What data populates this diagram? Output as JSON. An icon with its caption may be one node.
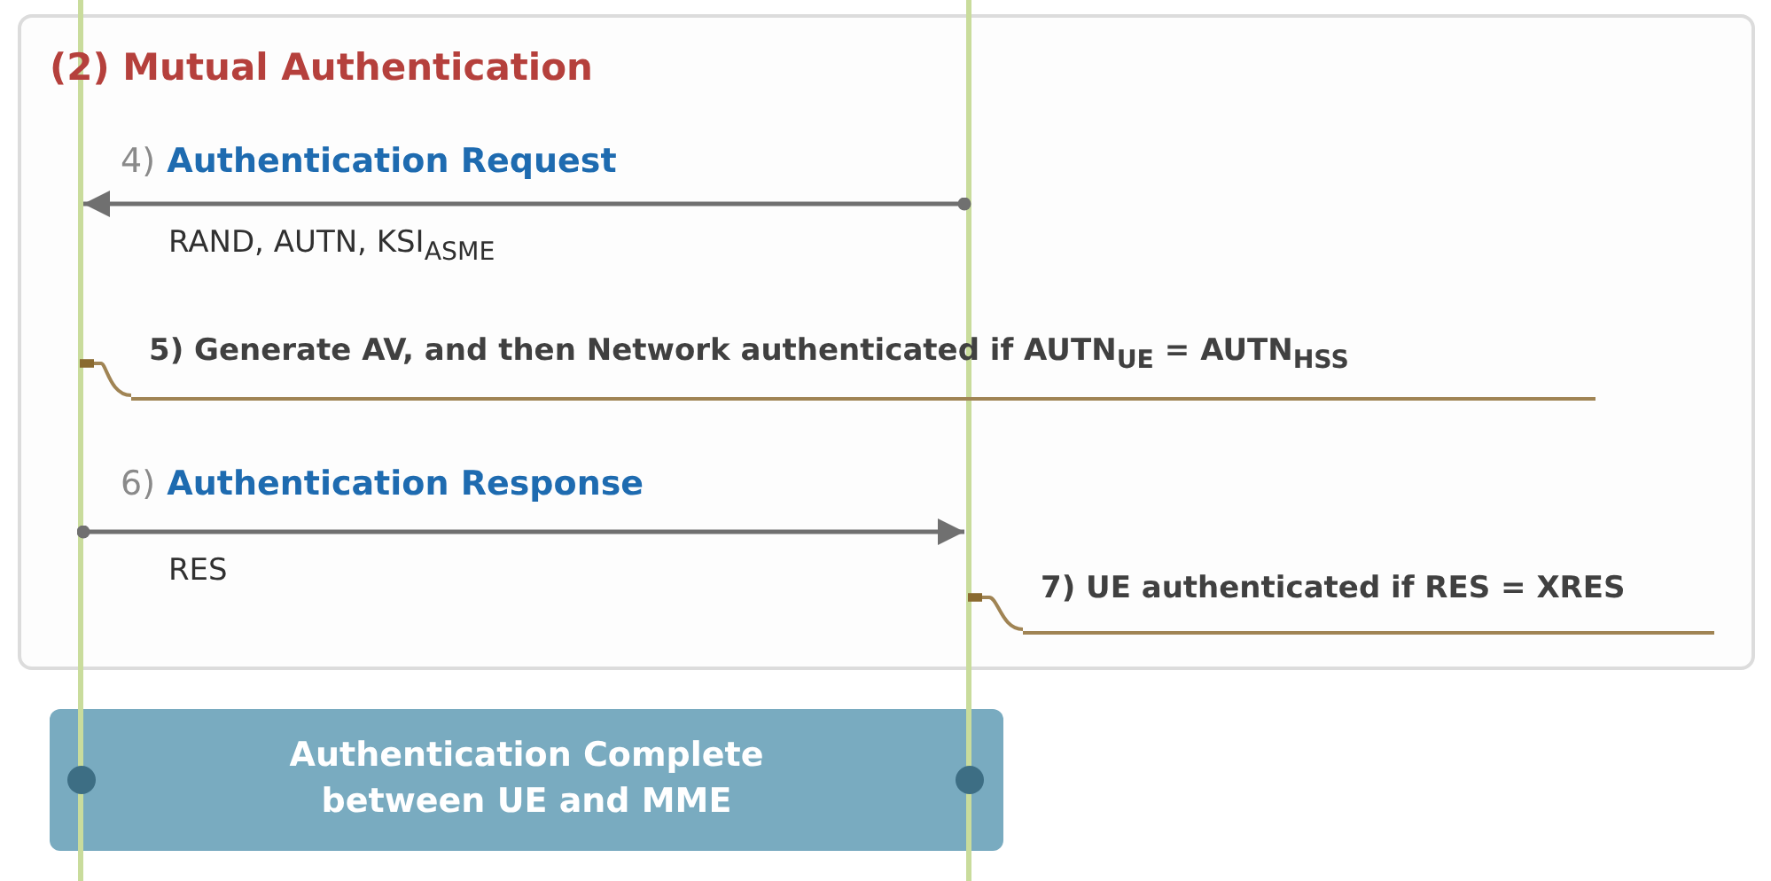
{
  "diagram": {
    "nodes": [
      {
        "text": [
          "(2) Mutual Authentication"
        ]
      },
      {
        "text": [],
        "shape": "bar"
      },
      {
        "text": [],
        "shape": "bar"
      },
      {
        "text": [
          "5) Generate AV, and then Network authenticated if AUTN$_{UE}$ = AUTN$_{HSS}$"
        ],
        "in": 0
      },
      {
        "text": [
          "7) UE authenticated if RES = XRES"
        ],
        "in": 0
      },
      {
        "text": [
          "Authentication Complete between UE and MME"
        ]
      }
    ],
    "edges": [
      {
        "from": 2,
        "to": 1,
        "arrow": "to",
        "label": "4) Authentication Request"
      },
      {
        "from": 3,
        "to": 1,
        "arrow": "other"
      },
      {
        "from": 1,
        "to": 2,
        "arrow": "to",
        "label": "6) Authentication Response"
      },
      {
        "from": 4,
        "to": 2,
        "arrow": "other"
      }
    ],
    "labels": [
      "RAND, AUTN, KSI$_{ASME}$",
      "RES"
    ]
  }
}
